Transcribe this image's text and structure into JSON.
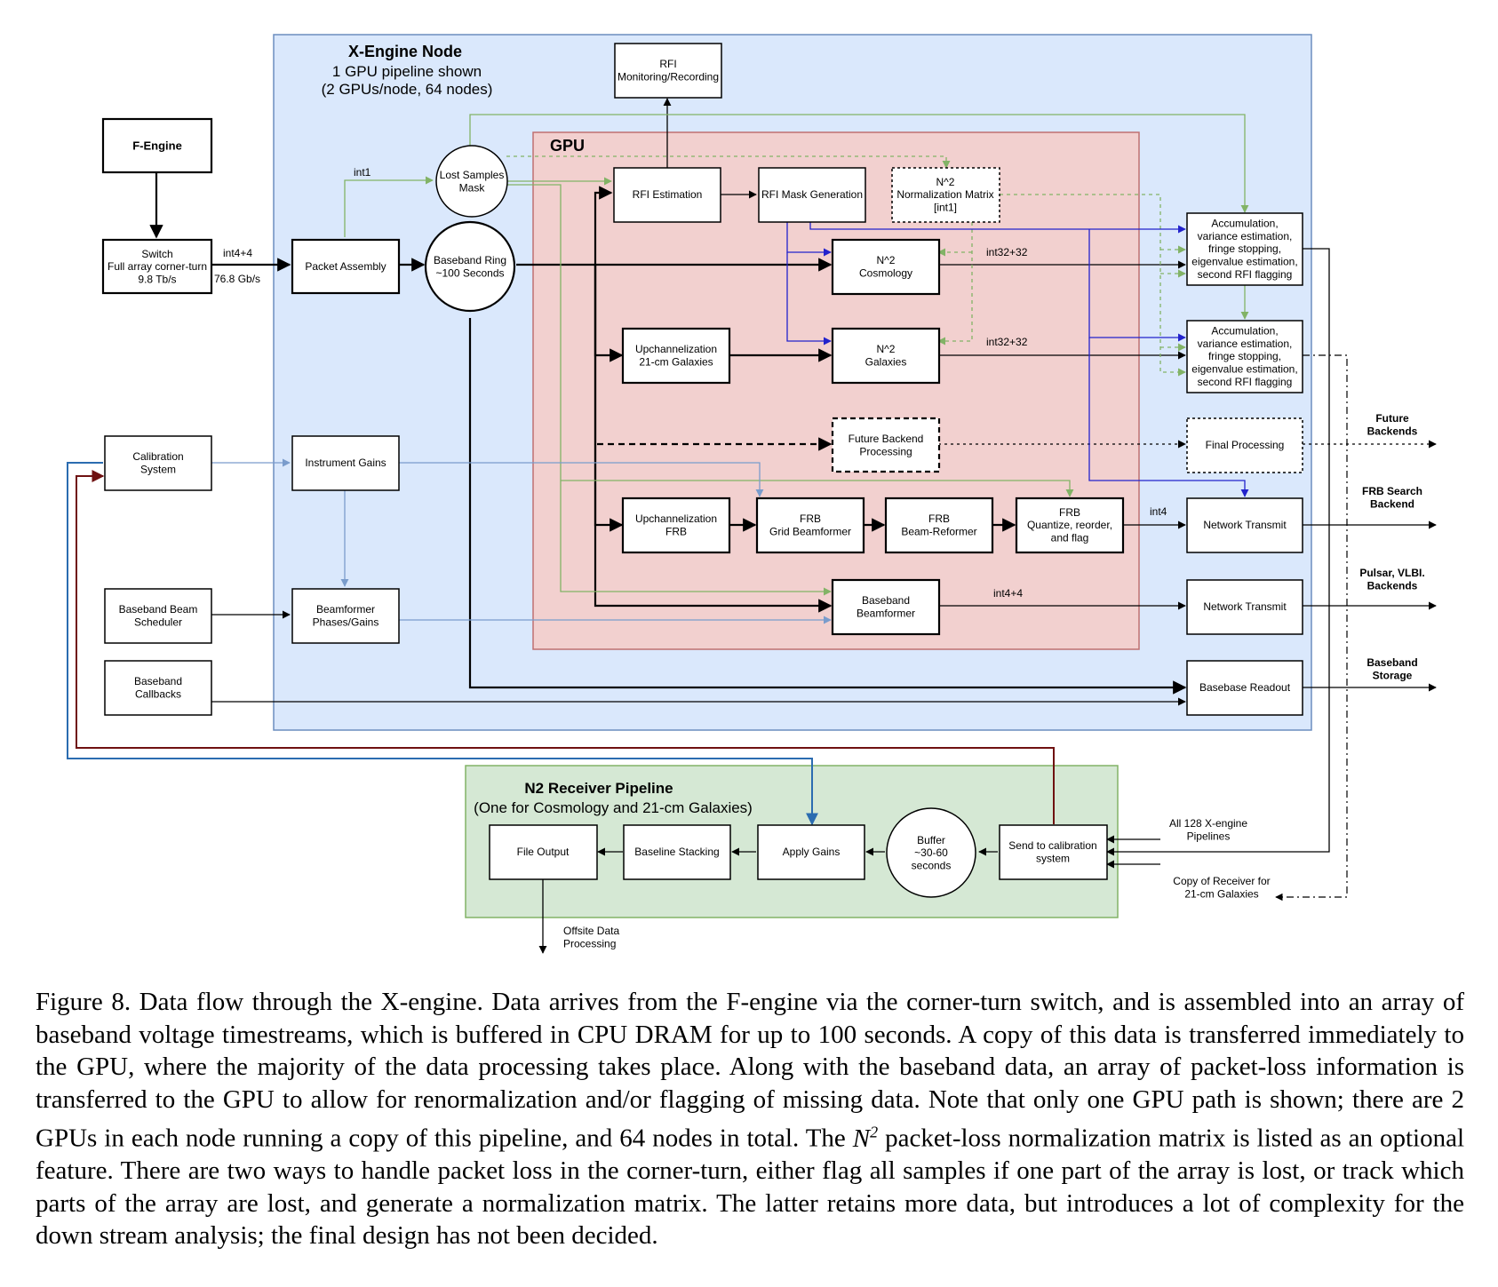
{
  "regions": {
    "xengine_title": "X-Engine Node",
    "xengine_sub1": "1 GPU pipeline shown",
    "xengine_sub2": "(2 GPUs/node, 64 nodes)",
    "gpu_title": "GPU",
    "n2_title": "N2 Receiver Pipeline",
    "n2_sub": "(One for Cosmology and 21-cm Galaxies)"
  },
  "blocks": {
    "fengine": [
      "F-Engine"
    ],
    "switch": [
      "Switch",
      "Full array corner-turn",
      "9.8 Tb/s"
    ],
    "packet_assembly": [
      "Packet Assembly"
    ],
    "lost_samples": [
      "Lost Samples",
      "Mask"
    ],
    "baseband_ring": [
      "Baseband Ring",
      "~100 Seconds"
    ],
    "rfi_monitor": [
      "RFI",
      "Monitoring/Recording"
    ],
    "rfi_estimation": [
      "RFI Estimation"
    ],
    "rfi_mask": [
      "RFI Mask Generation"
    ],
    "norm_matrix": [
      "N^2",
      "Normalization Matrix",
      "[int1]"
    ],
    "n2_cosmology": [
      "N^2",
      "Cosmology"
    ],
    "upchan_21cm": [
      "Upchannelization",
      "21-cm Galaxies"
    ],
    "n2_galaxies": [
      "N^2",
      "Galaxies"
    ],
    "future_backend": [
      "Future Backend",
      "Processing"
    ],
    "upchan_frb": [
      "Upchannelization",
      "FRB"
    ],
    "frb_grid": [
      "FRB",
      "Grid Beamformer"
    ],
    "frb_reformer": [
      "FRB",
      "Beam-Reformer"
    ],
    "frb_quantize": [
      "FRB",
      "Quantize, reorder,",
      "and flag"
    ],
    "baseband_beamformer": [
      "Baseband",
      "Beamformer"
    ],
    "accum1": [
      "Accumulation,",
      "variance estimation,",
      "fringe stopping,",
      "eigenvalue estimation,",
      "second RFI flagging"
    ],
    "accum2": [
      "Accumulation,",
      "variance estimation,",
      "fringe stopping,",
      "eigenvalue estimation,",
      "second RFI flagging"
    ],
    "final_processing": [
      "Final Processing"
    ],
    "net_transmit_frb": [
      "Network Transmit"
    ],
    "net_transmit_pulsar": [
      "Network Transmit"
    ],
    "baseband_readout": [
      "Basebase Readout"
    ],
    "calibration": [
      "Calibration",
      "System"
    ],
    "instrument_gains": [
      "Instrument Gains"
    ],
    "bb_scheduler": [
      "Baseband Beam",
      "Scheduler"
    ],
    "bf_phases": [
      "Beamformer",
      "Phases/Gains"
    ],
    "bb_callbacks": [
      "Baseband",
      "Callbacks"
    ],
    "file_output": [
      "File Output"
    ],
    "baseline_stacking": [
      "Baseline Stacking"
    ],
    "apply_gains": [
      "Apply Gains"
    ],
    "buffer": [
      "Buffer",
      "~30-60",
      "seconds"
    ],
    "send_cal": [
      "Send to calibration",
      "system"
    ]
  },
  "labels": {
    "int4_4_a": "int4+4",
    "gbps": "76.8 Gb/s",
    "int1": "int1",
    "int32_a": "int32+32",
    "int32_b": "int32+32",
    "int4": "int4",
    "int4_4_b": "int4+4"
  },
  "outputs": {
    "future": [
      "Future",
      "Backends"
    ],
    "frb": [
      "FRB Search",
      "Backend"
    ],
    "pulsar": [
      "Pulsar, VLBI.",
      "Backends"
    ],
    "storage": [
      "Baseband",
      "Storage"
    ],
    "all128": [
      "All 128 X-engine",
      "Pipelines"
    ],
    "copy": [
      "Copy of Receiver for",
      "21-cm Galaxies"
    ],
    "offsite": [
      "Offsite Data",
      "Processing"
    ]
  },
  "caption": {
    "part1": "Figure 8. Data flow through the X-engine. Data arrives from the F-engine via the corner-turn switch, and is assembled into an array of baseband voltage timestreams, which is buffered in CPU DRAM for up to 100 seconds. A copy of this data is transferred immediately to the GPU, where the majority of the data processing takes place. Along with the baseband data, an array of packet-loss information is transferred to the GPU to allow for renormalization and/or flagging of missing data. Note that only one GPU path is shown; there are 2 GPUs in each node running a copy of this pipeline, and 64 nodes in total. The",
    "n2_base": "N",
    "n2_exp": "2",
    "part2": "packet-loss normalization matrix is listed as an optional feature. There are two ways to handle packet loss in the corner-turn, either flag all samples if one part of the array is lost, or track which parts of the array are lost, and generate a normalization matrix. The latter retains more data, but introduces a lot of complexity for the down stream analysis; the final design has not been decided."
  },
  "colors": {
    "xengine_fill": "#dae8fc",
    "xengine_stroke": "#6c8ebf",
    "gpu_fill": "#f2d0cf",
    "gpu_stroke": "#c07070",
    "n2_fill": "#d5e8d4",
    "n2_stroke": "#82b366",
    "green_arrow": "#82b366",
    "blue_arrow": "#2222cc",
    "lightblue_arrow": "#7a9ccc",
    "darkred_arrow": "#6f1111",
    "cal_blue": "#2b6cb0"
  }
}
